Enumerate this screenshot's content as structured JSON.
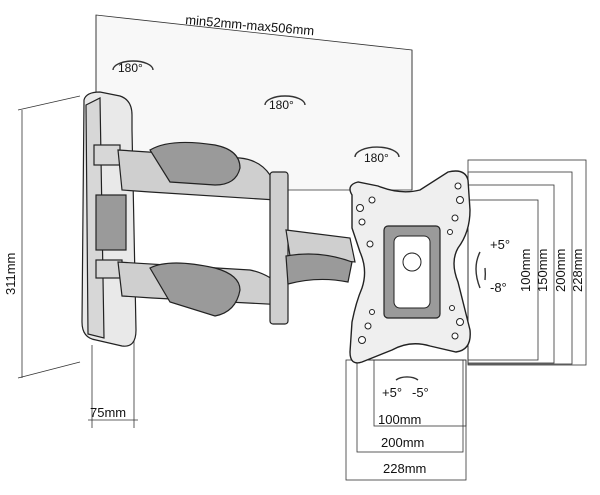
{
  "labels": {
    "extension": "min52mm-max506mm",
    "height": "311mm",
    "wall_depth": "75mm",
    "rotation_1": "180°",
    "rotation_2": "180°",
    "rotation_3": "180°",
    "tilt_up": "+5°",
    "tilt_down": "-8°",
    "swivel_left": "+5°",
    "swivel_right": "-5°",
    "vesa_w_100": "100mm",
    "vesa_w_200": "200mm",
    "vesa_w_228": "228mm",
    "vesa_h_100": "100mm",
    "vesa_h_150": "150mm",
    "vesa_h_200": "200mm",
    "vesa_h_228": "228mm"
  }
}
